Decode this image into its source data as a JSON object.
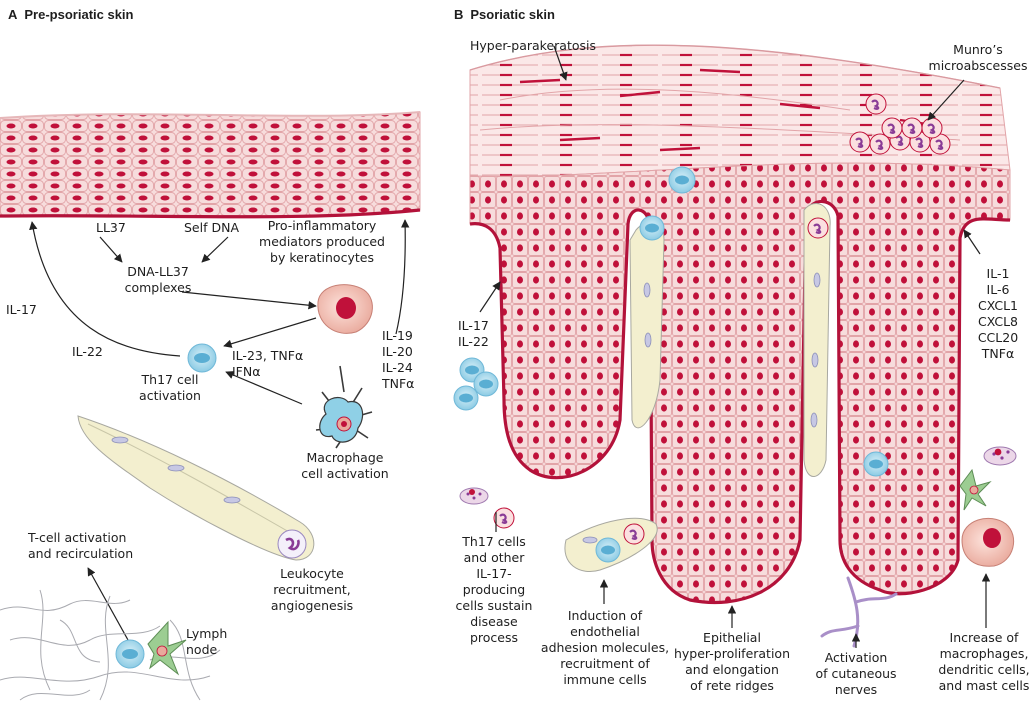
{
  "panels": [
    {
      "letter": "A",
      "title": "Pre-psoriatic skin"
    },
    {
      "letter": "B",
      "title": "Psoriatic skin"
    }
  ],
  "panel_a": {
    "ll37": "LL37",
    "self_dna": "Self DNA",
    "complexes": [
      "DNA-LL37",
      "complexes"
    ],
    "pro_inflammatory": [
      "Pro-inflammatory",
      "mediators produced",
      "by keratinocytes"
    ],
    "il17": "IL-17",
    "il22": "IL-22",
    "th17": [
      "Th17 cell",
      "activation"
    ],
    "il23": [
      "IL-23, TNFα",
      "IFNα"
    ],
    "cytokines": [
      "IL-19",
      "IL-20",
      "IL-24",
      "TNFα"
    ],
    "macrophage": [
      "Macrophage",
      "cell activation"
    ],
    "leukocyte": [
      "Leukocyte",
      "recruitment,",
      "angiogenesis"
    ],
    "tcell": [
      "T-cell activation",
      "and recirculation"
    ],
    "lymph": [
      "Lymph",
      "node"
    ]
  },
  "panel_b": {
    "hyper_para": "Hyper-parakeratosis",
    "munro": [
      "Munro’s",
      "microabscesses"
    ],
    "il17_22": [
      "IL-17",
      "IL-22"
    ],
    "chemokines": [
      "IL-1",
      "IL-6",
      "CXCL1",
      "CXCL8",
      "CCL20",
      "TNFα"
    ],
    "th17_other": [
      "Th17 cells",
      "and other",
      "IL-17-",
      "producing",
      "cells sustain",
      "disease",
      "process"
    ],
    "induction": [
      "Induction of",
      "endothelial",
      "adhesion molecules,",
      "recruitment of",
      "immune cells"
    ],
    "epithelial": [
      "Epithelial",
      "hyper-proliferation",
      "and elongation",
      "of rete ridges"
    ],
    "activation_nerves": [
      "Activation",
      "of cutaneous",
      "nerves"
    ],
    "increase": [
      "Increase of",
      "macrophages,",
      "dendritic cells,",
      "and mast cells"
    ]
  },
  "colors": {
    "tissue_fill": "#f7dcdc",
    "tissue_line": "#e2a4a8",
    "nucleus": "#c0113a",
    "basement": "#b3123a",
    "tcell": "#9fd3ea",
    "tcell_nucleus": "#4ba7cf",
    "vessel": "#f3efcf",
    "nerve": "#a98fc8",
    "arrow": "#222222"
  }
}
